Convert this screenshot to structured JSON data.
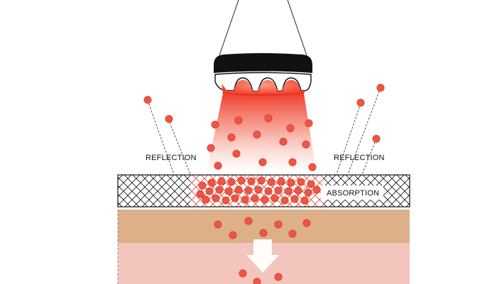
{
  "labels": {
    "reflection_left": "REFLECTION",
    "reflection_right": "REFLECTION",
    "absorption": "ABSORPTION"
  },
  "colors": {
    "light_red": "#ee4433",
    "particle_fill": "#ee5544",
    "particle_stroke": "#cc3322",
    "epidermis": "#ffffff",
    "dermis": "#ddb08a",
    "subcutis": "#f4c5bc",
    "device_body": "#111111",
    "arrow": "#ffffff"
  },
  "icons": {
    "device": "laser-handpiece-icon",
    "arrow": "down-arrow-icon"
  }
}
